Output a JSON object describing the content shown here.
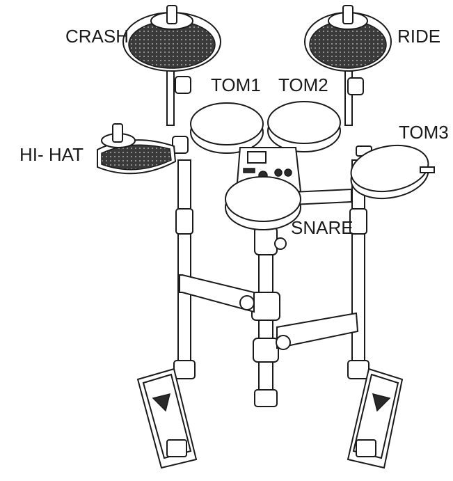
{
  "labels": {
    "crash": "CRASH",
    "ride": "RIDE",
    "tom1": "TOM1",
    "tom2": "TOM2",
    "tom3": "TOM3",
    "hihat": "HI- HAT",
    "snare": "SNARE"
  },
  "colors": {
    "line": "#1a1a1a",
    "fill": "#ffffff",
    "pad_dark": "#2a2a2a",
    "pad_grey": "#8a8a8a"
  }
}
